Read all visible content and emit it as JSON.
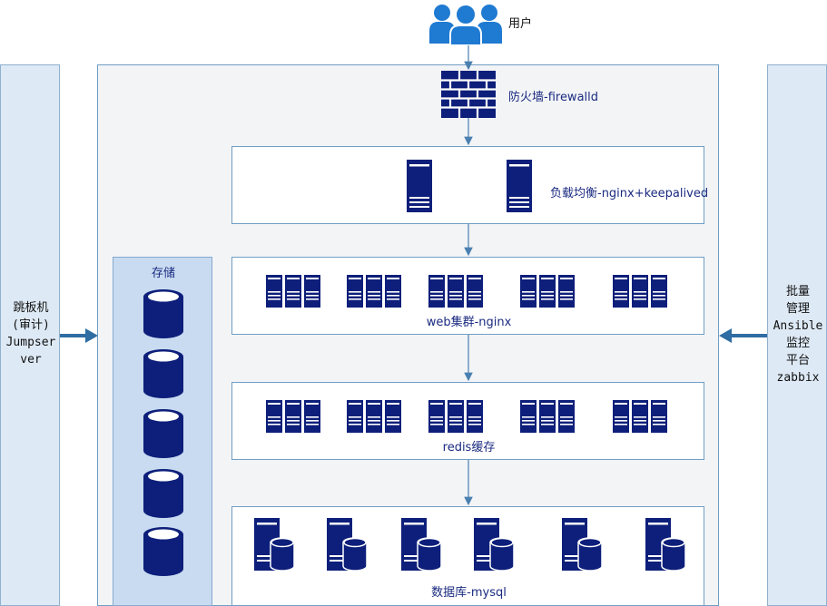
{
  "nodes": {
    "user": "用户",
    "firewall": "防火墙-firewalld",
    "load_balancer": "负载均衡-nginx+keepalived",
    "web_cluster": "web集群-nginx",
    "redis": "redis缓存",
    "database": "数据库-mysql",
    "storage": "存储",
    "jumpserver_lines": [
      "跳板机",
      "(审计)",
      "Jumpser",
      "ver"
    ],
    "ops_lines": [
      "批量",
      "管理",
      "Ansible",
      "监控",
      "平台",
      "zabbix"
    ]
  },
  "icons": {
    "user": "users-group-icon",
    "firewall": "brick-wall-icon",
    "server": "server-tower-icon",
    "rack": "server-rack-icon",
    "database": "database-server-icon",
    "disk": "storage-cylinder-icon"
  },
  "colors": {
    "icon_navy": "#0d1f7a",
    "user_blue": "#1f7ad1",
    "arrow_blue": "#2f6da3",
    "connector": "#4a7fb0"
  }
}
